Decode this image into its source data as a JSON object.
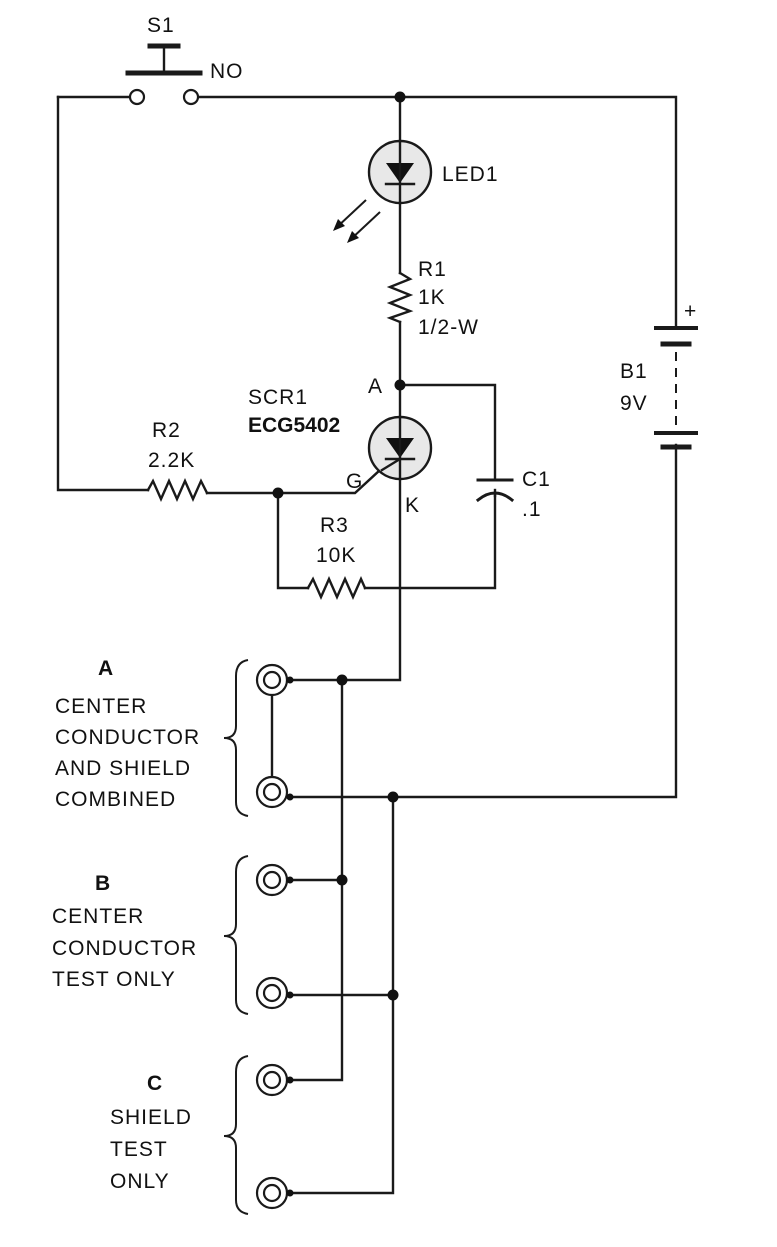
{
  "switch": {
    "ref": "S1",
    "type": "NO"
  },
  "led": {
    "ref": "LED1"
  },
  "r1": {
    "ref": "R1",
    "value": "1K",
    "rating": "1/2-W"
  },
  "scr": {
    "ref": "SCR1",
    "part": "ECG5402",
    "anode": "A",
    "gate": "G",
    "cathode": "K"
  },
  "r2": {
    "ref": "R2",
    "value": "2.2K"
  },
  "r3": {
    "ref": "R3",
    "value": "10K"
  },
  "c1": {
    "ref": "C1",
    "value": ".1"
  },
  "battery": {
    "ref": "B1",
    "value": "9V",
    "polarity": "+"
  },
  "groups": [
    {
      "letter": "A",
      "lines": [
        "CENTER",
        "CONDUCTOR",
        "AND SHIELD",
        "COMBINED"
      ]
    },
    {
      "letter": "B",
      "lines": [
        "CENTER",
        "CONDUCTOR",
        "TEST ONLY"
      ]
    },
    {
      "letter": "C",
      "lines": [
        "SHIELD",
        "TEST",
        "ONLY"
      ]
    }
  ]
}
